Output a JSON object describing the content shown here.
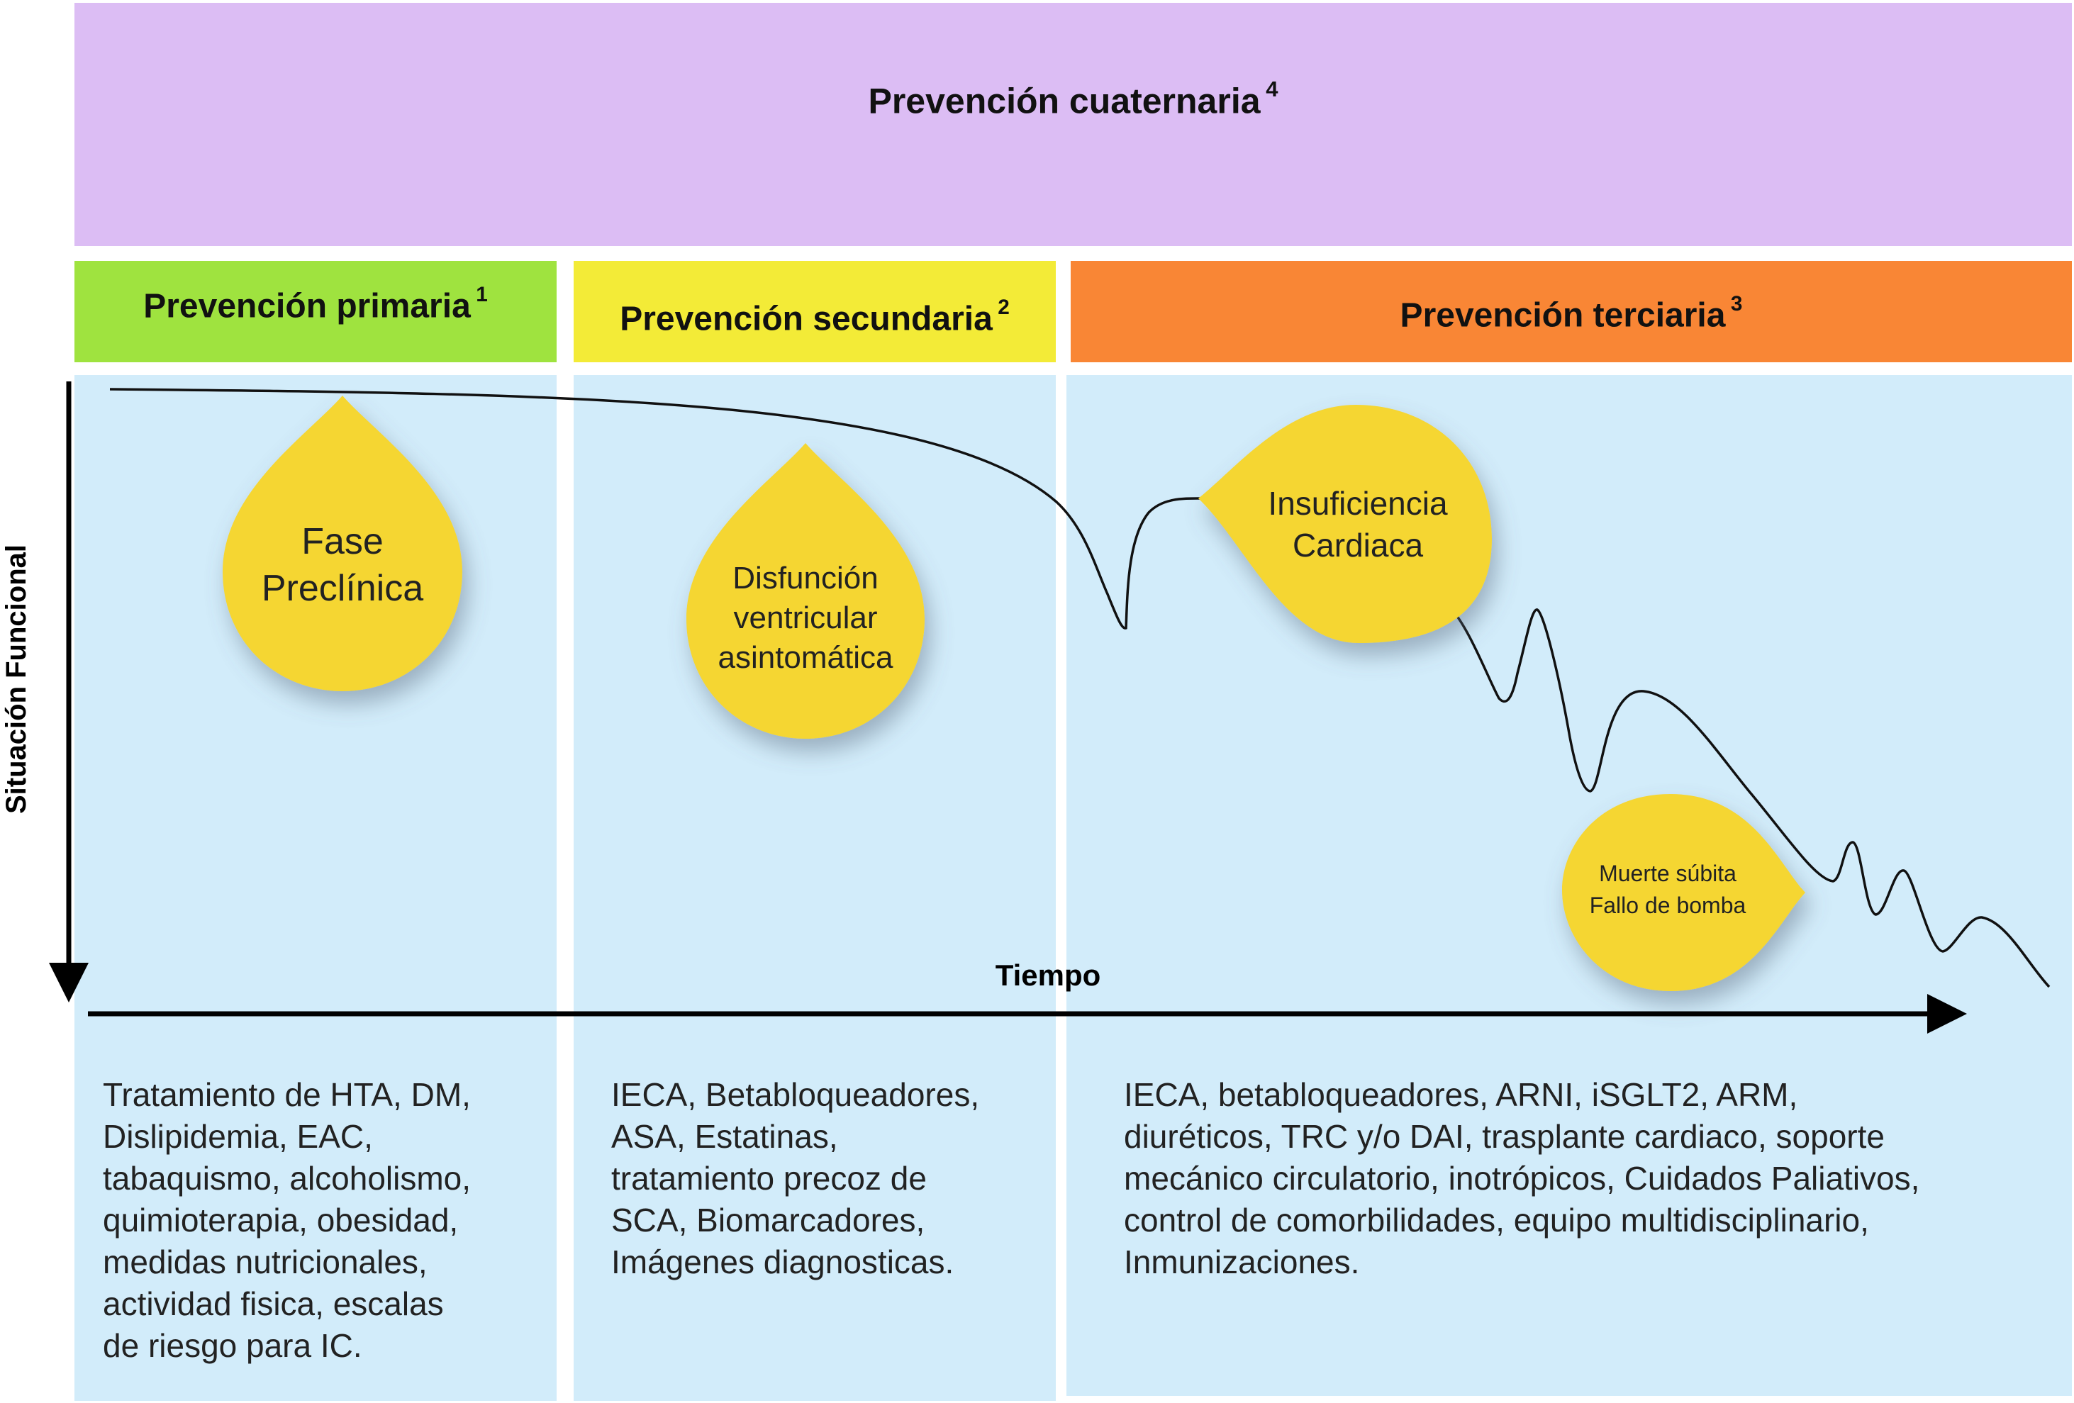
{
  "colors": {
    "quaternary": "#dcbdf4",
    "primary": "#9fe33f",
    "secondary": "#f3eb37",
    "tertiary": "#f98635",
    "panel": "#d2ecfa",
    "drop": "#f5d631"
  },
  "header": {
    "quaternary": {
      "label": "Prevención cuaternaria",
      "note": "4"
    },
    "primary": {
      "label": "Prevención primaria",
      "note": "1"
    },
    "secondary": {
      "label": "Prevención secundaria",
      "note": "2"
    },
    "tertiary": {
      "label": "Prevención terciaria",
      "note": "3"
    }
  },
  "axes": {
    "y_label": "Situación Funcional",
    "x_label": "Tiempo"
  },
  "stages": [
    {
      "lines": [
        "Fase",
        "Preclínica"
      ]
    },
    {
      "lines": [
        "Disfunción",
        "ventricular",
        "asintomática"
      ]
    },
    {
      "lines": [
        "Insuficiencia",
        "Cardiaca"
      ]
    },
    {
      "lines": [
        "Muerte súbita",
        "Fallo de bomba"
      ]
    }
  ],
  "interventions": {
    "primary": [
      "Tratamiento de HTA, DM,",
      "Dislipidemia, EAC,",
      "tabaquismo, alcoholismo,",
      "quimioterapia, obesidad,",
      "medidas nutricionales,",
      "actividad fisica, escalas",
      "de riesgo para IC."
    ],
    "secondary": [
      "IECA, Betabloqueadores,",
      "ASA, Estatinas,",
      "tratamiento precoz de",
      "SCA, Biomarcadores,",
      "Imágenes diagnosticas."
    ],
    "tertiary": [
      "IECA, betabloqueadores, ARNI, iSGLT2, ARM,",
      "diuréticos, TRC y/o DAI, trasplante cardiaco, soporte",
      "mecánico circulatorio, inotrópicos, Cuidados Paliativos,",
      "control de comorbilidades, equipo multidisciplinario,",
      "Inmunizaciones."
    ]
  }
}
